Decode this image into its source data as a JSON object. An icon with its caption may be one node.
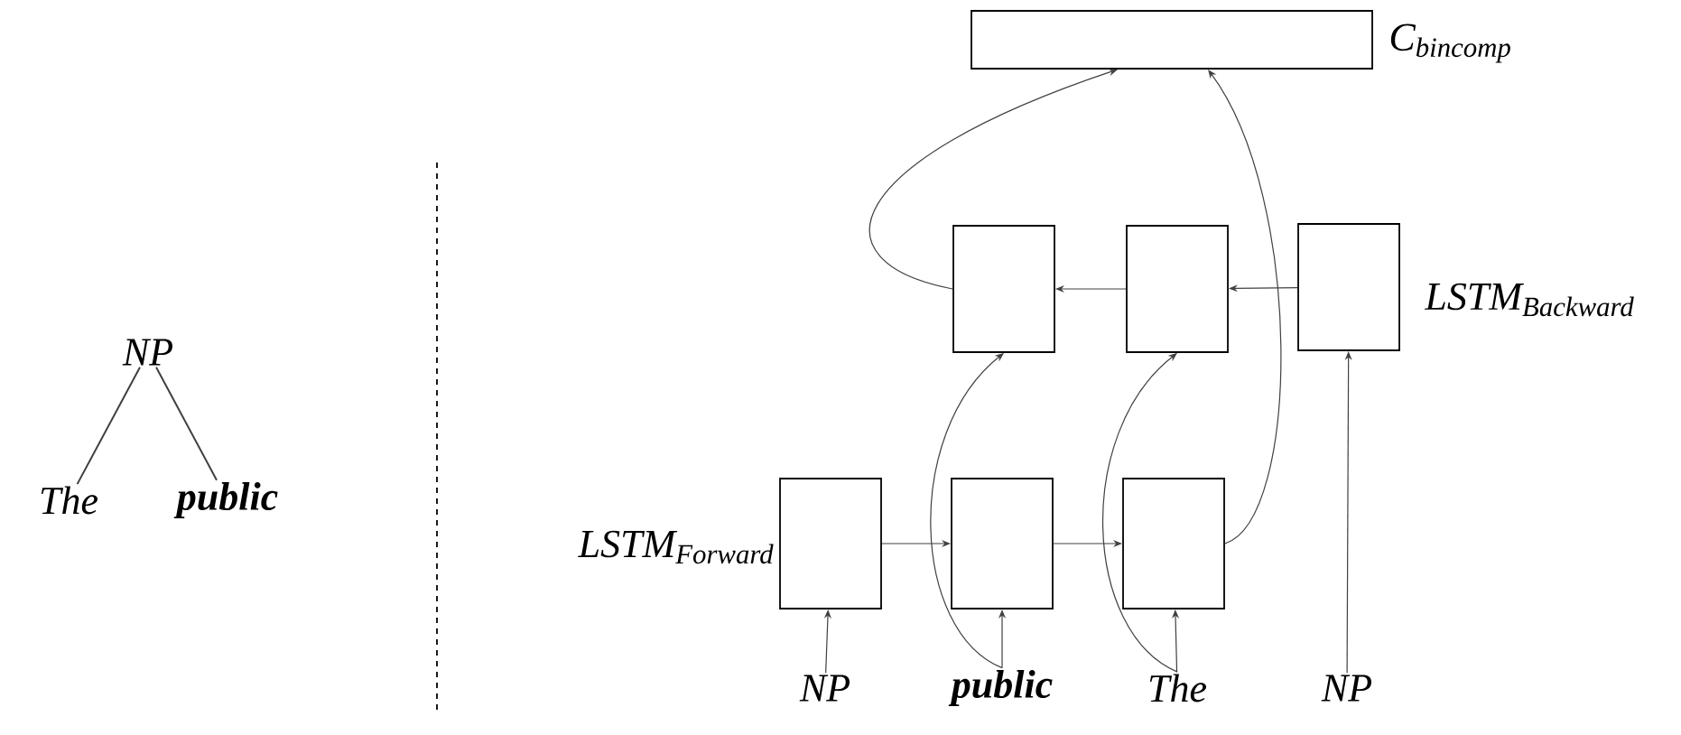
{
  "diagram": {
    "nodes": [
      {
        "text": [
          "NP"
        ]
      },
      {
        "text": [
          "The"
        ]
      },
      {
        "text": [
          "public"
        ]
      },
      {
        "text": [],
        "shape": "box",
        "beside": [
          "C$_{bincomp}$"
        ]
      },
      {
        "text": [],
        "shape": "box"
      },
      {
        "text": [],
        "shape": "box"
      },
      {
        "text": [],
        "shape": "box",
        "beside": [
          "LSTM$_{Backward}$"
        ]
      },
      {
        "text": [],
        "shape": "box",
        "beside": [
          "LSTM$_{Forward}$"
        ]
      },
      {
        "text": [],
        "shape": "box"
      },
      {
        "text": [],
        "shape": "box"
      },
      {
        "text": [
          "NP"
        ]
      },
      {
        "text": [
          "public"
        ]
      },
      {
        "text": [
          "The"
        ]
      },
      {
        "text": [
          "NP"
        ]
      }
    ],
    "edges": [
      {
        "from": 0,
        "to": 1,
        "arrow": "none"
      },
      {
        "from": 0,
        "to": 2,
        "arrow": "none"
      },
      {
        "from": 10,
        "to": 7,
        "arrow": "to"
      },
      {
        "from": 11,
        "to": 8,
        "arrow": "to"
      },
      {
        "from": 12,
        "to": 9,
        "arrow": "to"
      },
      {
        "from": 7,
        "to": 8,
        "arrow": "to"
      },
      {
        "from": 8,
        "to": 9,
        "arrow": "to"
      },
      {
        "from": 6,
        "to": 5,
        "arrow": "to"
      },
      {
        "from": 5,
        "to": 4,
        "arrow": "to"
      },
      {
        "from": 13,
        "to": 6,
        "arrow": "to"
      },
      {
        "from": 11,
        "to": 4,
        "arrow": "to"
      },
      {
        "from": 12,
        "to": 5,
        "arrow": "to"
      },
      {
        "from": 4,
        "to": 3,
        "arrow": "to"
      },
      {
        "from": 9,
        "to": 3,
        "arrow": "to"
      }
    ]
  }
}
